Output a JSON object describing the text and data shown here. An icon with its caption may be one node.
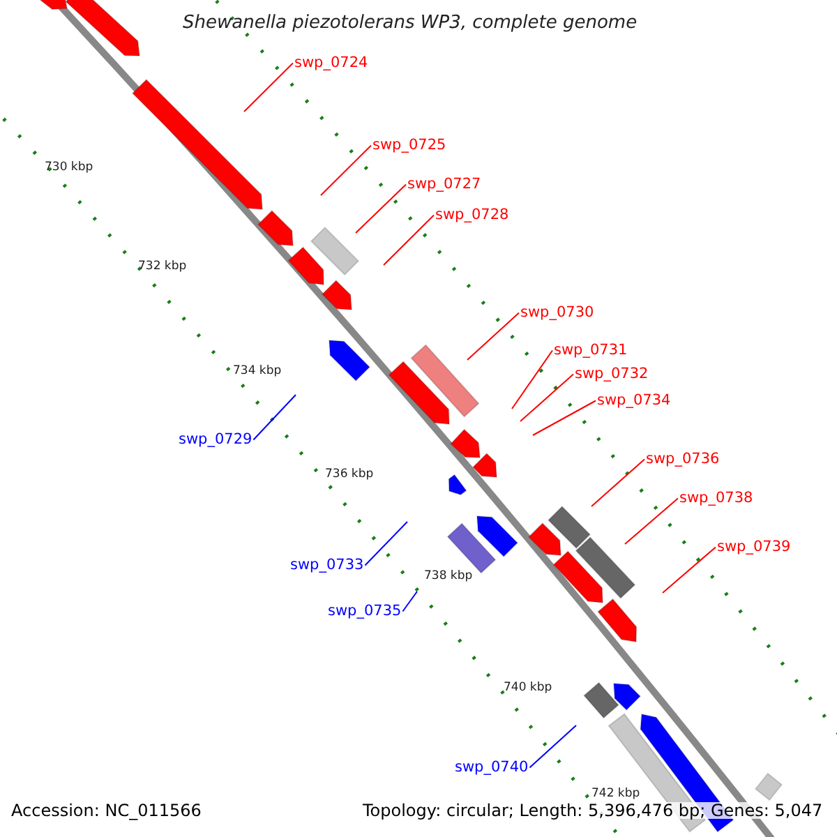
{
  "diagram": {
    "title": "Shewanella piezotolerans WP3, complete genome",
    "nodes": [
      {
        "text": [
          "swp_0724"
        ]
      },
      {
        "text": [
          "swp_0725"
        ]
      },
      {
        "text": [
          "swp_0727"
        ]
      },
      {
        "text": [
          "swp_0728"
        ]
      },
      {
        "text": [
          "swp_0730"
        ]
      },
      {
        "text": [
          "swp_0731"
        ]
      },
      {
        "text": [
          "swp_0732"
        ]
      },
      {
        "text": [
          "swp_0734"
        ]
      },
      {
        "text": [
          "swp_0736"
        ]
      },
      {
        "text": [
          "swp_0738"
        ]
      },
      {
        "text": [
          "swp_0739"
        ]
      },
      {
        "text": [
          "swp_0729"
        ]
      },
      {
        "text": [
          "swp_0733"
        ]
      },
      {
        "text": [
          "swp_0735"
        ]
      },
      {
        "text": [
          "swp_0740"
        ]
      }
    ],
    "edges": [
      {
        "from": 0,
        "to": null,
        "arrow": "none"
      },
      {
        "from": 1,
        "to": null,
        "arrow": "none"
      },
      {
        "from": 2,
        "to": null,
        "arrow": "none"
      },
      {
        "from": 3,
        "to": null,
        "arrow": "none"
      },
      {
        "from": 4,
        "to": null,
        "arrow": "none"
      },
      {
        "from": 5,
        "to": null,
        "arrow": "none"
      },
      {
        "from": 6,
        "to": null,
        "arrow": "none"
      },
      {
        "from": 7,
        "to": null,
        "arrow": "none"
      },
      {
        "from": 8,
        "to": null,
        "arrow": "none"
      },
      {
        "from": 9,
        "to": null,
        "arrow": "none"
      },
      {
        "from": 10,
        "to": null,
        "arrow": "none"
      },
      {
        "from": 11,
        "to": null,
        "arrow": "none",
        "color": "#0000ff"
      },
      {
        "from": 12,
        "to": null,
        "arrow": "none",
        "color": "#0000ff"
      },
      {
        "from": 13,
        "to": null,
        "arrow": "none",
        "color": "#0000ff"
      },
      {
        "from": 14,
        "to": null,
        "arrow": "none",
        "color": "#0000ff"
      }
    ],
    "labels": [
      "730 kbp",
      "732 kbp",
      "734 kbp",
      "736 kbp",
      "738 kbp",
      "740 kbp",
      "742 kbp",
      "Accession: NC_011566",
      "Topology: circular; Length: 5,396,476 bp; Genes: 5,047"
    ]
  }
}
